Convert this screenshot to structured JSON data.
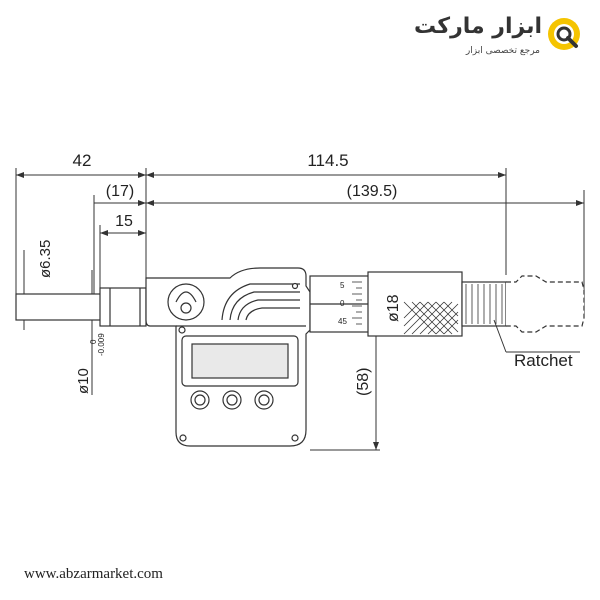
{
  "brand": {
    "name": "ابزار مارکت",
    "tagline": "مرجع تخصصی ابزار",
    "accent_color": "#f5c400",
    "icon": "wrench-circle-icon"
  },
  "footer": {
    "url": "www.abzarmarket.com"
  },
  "dimensions": {
    "top_left": "42",
    "top_right": "114.5",
    "second_left": "(17)",
    "second_right": "(139.5)",
    "third": "15",
    "spindle_dia": "ø6.35",
    "stem_dia": "ø10",
    "stem_tol": "-0.009",
    "stem_tol_upper": "0",
    "thimble_dia": "ø18",
    "height": "(58)",
    "ratchet": "Ratchet"
  },
  "scale": {
    "s5": "5",
    "s0": "0",
    "s45": "45"
  },
  "colors": {
    "line": "#333333",
    "display_bg": "#e9e9e9"
  }
}
